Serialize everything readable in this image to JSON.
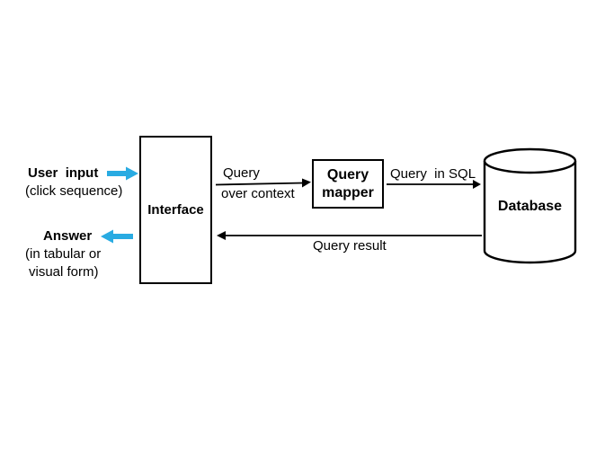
{
  "diagram": {
    "left_annotations": {
      "user_input_label": "User  input",
      "user_input_sub": "(click sequence)",
      "answer_label": "Answer",
      "answer_sub_line1": "(in tabular or",
      "answer_sub_line2": "visual form)"
    },
    "nodes": {
      "interface_label": "Interface",
      "query_mapper_line1": "Query",
      "query_mapper_line2": "mapper",
      "database_label": "Database"
    },
    "edges": {
      "interface_to_mapper_line1": "Query",
      "interface_to_mapper_line2": "over context",
      "mapper_to_database": "Query  in SQL",
      "database_to_interface": "Query result"
    },
    "colors": {
      "arrow_accent": "#29ABE2",
      "stroke": "#000000"
    }
  }
}
